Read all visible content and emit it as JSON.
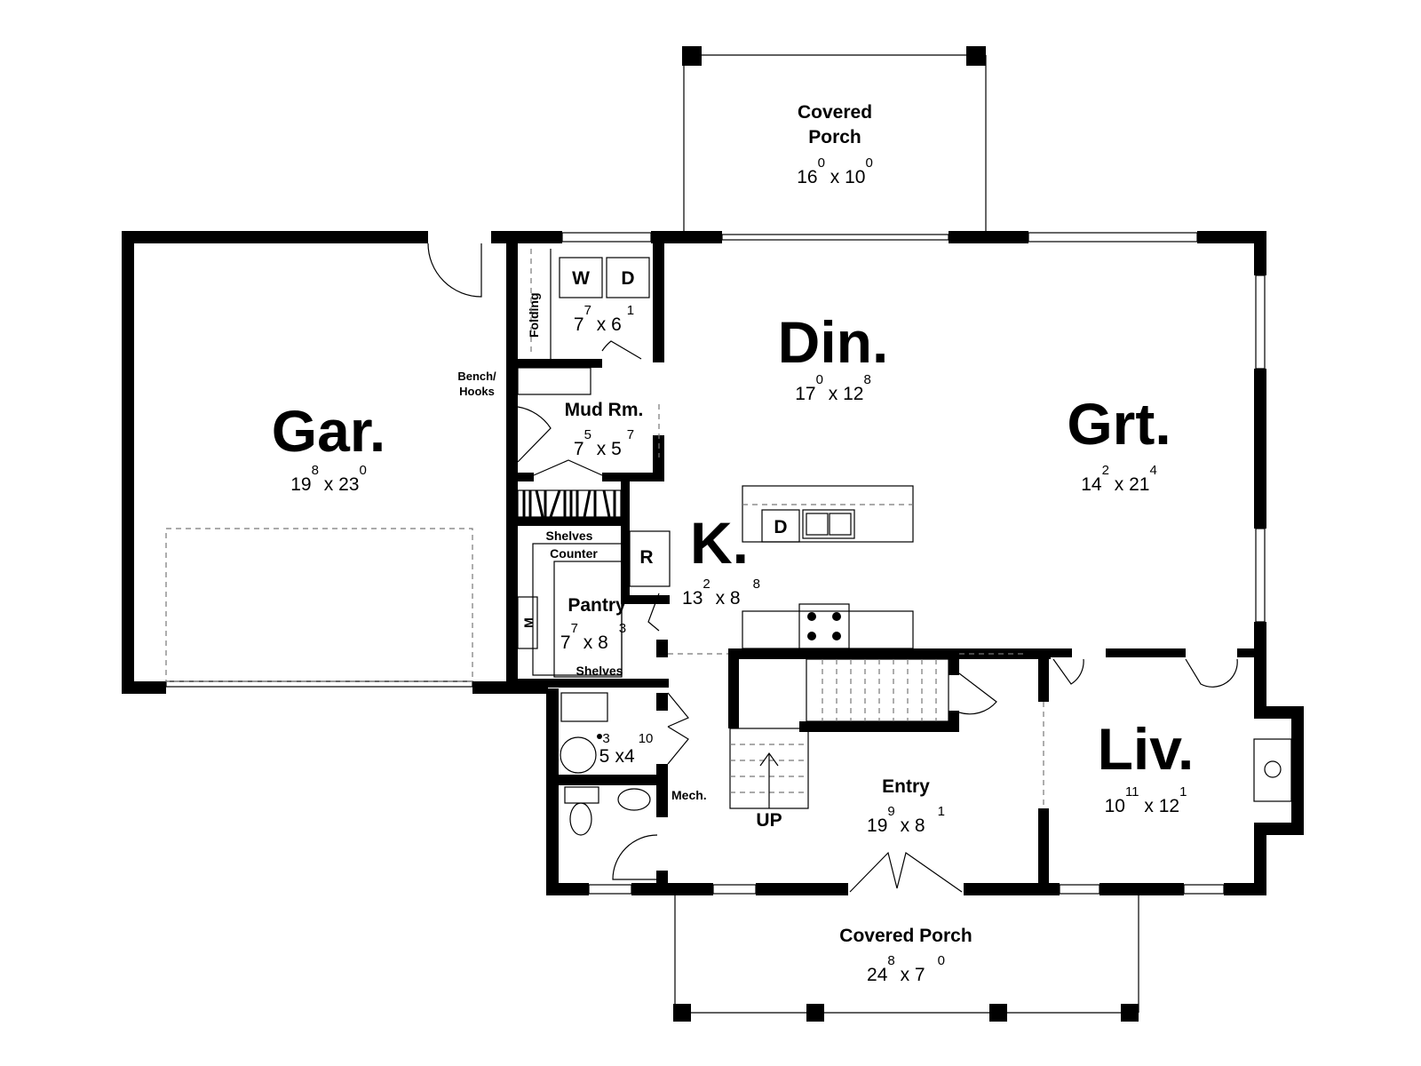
{
  "plan": {
    "rooms": [
      {
        "id": "porch-top",
        "name": "Covered Porch",
        "name_lines": [
          "Covered",
          "Porch"
        ],
        "w": "16",
        "w_in": "0",
        "d": "10",
        "d_in": "0"
      },
      {
        "id": "garage",
        "name": "Gar.",
        "w": "19",
        "w_in": "8",
        "d": "23",
        "d_in": "0"
      },
      {
        "id": "laundry",
        "name": "",
        "w": "7",
        "w_in": "7",
        "d": "6",
        "d_in": "1"
      },
      {
        "id": "mud",
        "name": "Mud Rm.",
        "w": "7",
        "w_in": "5",
        "d": "5",
        "d_in": "7"
      },
      {
        "id": "dining",
        "name": "Din.",
        "w": "17",
        "w_in": "0",
        "d": "12",
        "d_in": "8"
      },
      {
        "id": "great",
        "name": "Grt.",
        "w": "14",
        "w_in": "2",
        "d": "21",
        "d_in": "4"
      },
      {
        "id": "kitchen",
        "name": "K.",
        "w": "13",
        "w_in": "2",
        "d": "8",
        "d_in": "8"
      },
      {
        "id": "pantry",
        "name": "Pantry",
        "w": "7",
        "w_in": "7",
        "d": "8",
        "d_in": "3"
      },
      {
        "id": "bath",
        "name": "",
        "w": "5",
        "w_in": "3",
        "d": "4",
        "d_in": "10"
      },
      {
        "id": "entry",
        "name": "Entry",
        "w": "19",
        "w_in": "9",
        "d": "8",
        "d_in": "1"
      },
      {
        "id": "living",
        "name": "Liv.",
        "w": "10",
        "w_in": "11",
        "d": "12",
        "d_in": "1"
      },
      {
        "id": "porch-bottom",
        "name": "Covered Porch",
        "w": "24",
        "w_in": "8",
        "d": "7",
        "d_in": "0"
      }
    ],
    "labels": {
      "washer": "W",
      "dryer": "D",
      "folding": "Folding",
      "bench_hooks": [
        "Bench/",
        "Hooks"
      ],
      "shelves_top": "Shelves",
      "counter": "Counter",
      "shelves_bottom": "Shelves",
      "refrigerator": "R",
      "dishwasher": "D",
      "microwave": "M",
      "mech": "Mech.",
      "stairs_up": "UP"
    },
    "dim_separator": "x"
  }
}
